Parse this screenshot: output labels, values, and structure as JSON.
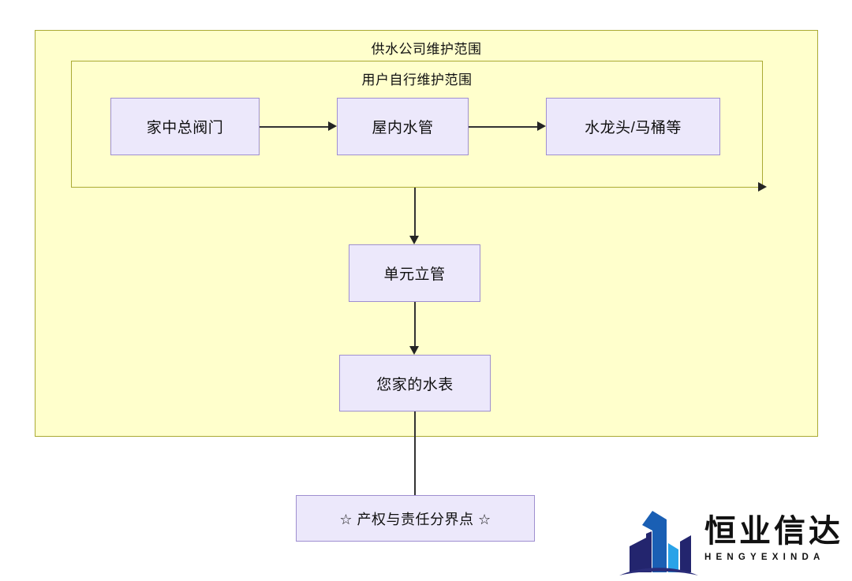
{
  "diagram": {
    "zones": [
      {
        "id": "supply-company",
        "title": "供水公司维护范围",
        "fill": "#ffffcc",
        "border": "#aaaa33"
      },
      {
        "id": "user-self",
        "title": "用户自行维护范围",
        "fill": "#ffffcc",
        "border": "#aaaa33"
      }
    ],
    "nodes": [
      {
        "id": "main-valve",
        "label": "家中总阀门"
      },
      {
        "id": "indoor-pipe",
        "label": "屋内水管"
      },
      {
        "id": "fixtures",
        "label": "水龙头/马桶等"
      },
      {
        "id": "riser",
        "label": "单元立管"
      },
      {
        "id": "water-meter",
        "label": "您家的水表"
      },
      {
        "id": "boundary",
        "label": "☆ 产权与责任分界点 ☆"
      }
    ],
    "node_style": {
      "fill": "#ece8fb",
      "border": "#9f8fd0"
    },
    "edges": [
      {
        "from": "main-valve",
        "to": "indoor-pipe",
        "direction": "right"
      },
      {
        "from": "indoor-pipe",
        "to": "fixtures",
        "direction": "right"
      },
      {
        "from": "user-self-zone",
        "to": "outside",
        "direction": "right"
      },
      {
        "from": "indoor-pipe",
        "to": "riser",
        "direction": "down"
      },
      {
        "from": "riser",
        "to": "water-meter",
        "direction": "down"
      },
      {
        "from": "water-meter",
        "to": "boundary",
        "direction": "none"
      }
    ],
    "edge_color": "#333333"
  },
  "logo": {
    "title": "恒业信达",
    "subtitle": "HENGYEXINDA",
    "mark_name": "building-logo-icon",
    "colors": {
      "dark": "#23256e",
      "mid": "#1a5fb4",
      "light": "#29a3e8",
      "arc": "#2b2d7a"
    }
  }
}
